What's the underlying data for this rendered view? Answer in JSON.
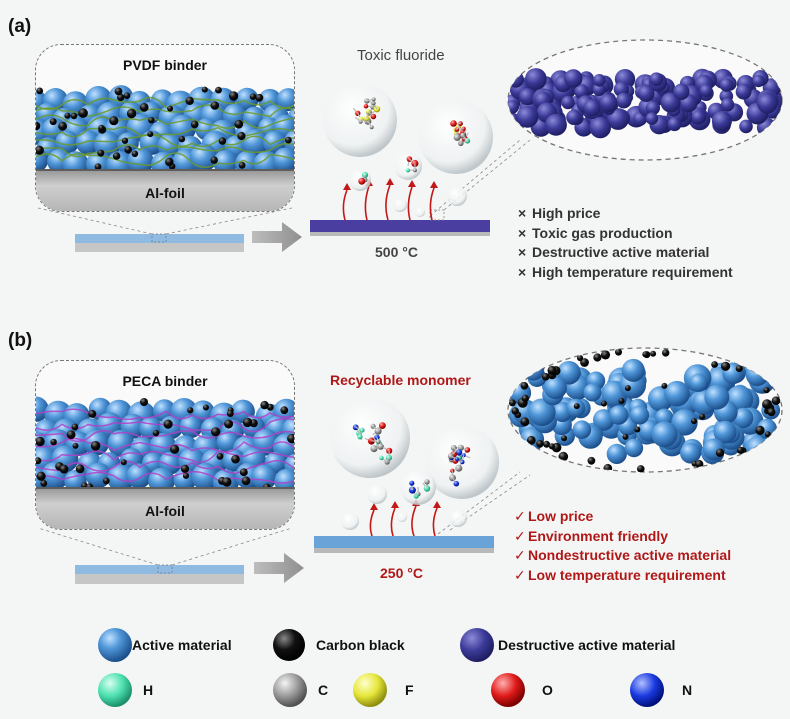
{
  "panel_a": {
    "label": "(a)",
    "binder_title": "PVDF binder",
    "foil_label": "Al-foil",
    "gas_title": "Toxic fluoride",
    "temperature": "500 °C",
    "drawbacks": [
      {
        "mark": "×",
        "text": "High price"
      },
      {
        "mark": "×",
        "text": "Toxic gas production"
      },
      {
        "mark": "×",
        "text": "Destructive active material"
      },
      {
        "mark": "×",
        "text": "High temperature requirement"
      }
    ],
    "colors": {
      "binder": "#6b9a2a",
      "heated_plate": "#4a3fa0",
      "text": "#444444"
    }
  },
  "panel_b": {
    "label": "(b)",
    "binder_title": "PECA binder",
    "foil_label": "Al-foil",
    "gas_title": "Recyclable monomer",
    "temperature": "250 °C",
    "advantages": [
      {
        "mark": "✓",
        "text": "Low price"
      },
      {
        "mark": "✓",
        "text": "Environment friendly"
      },
      {
        "mark": "✓",
        "text": "Nondestructive active material"
      },
      {
        "mark": "✓",
        "text": "Low temperature requirement"
      }
    ],
    "colors": {
      "binder": "#b041c8",
      "heated_plate": "#6aa3d8",
      "text": "#b01818"
    }
  },
  "legend": {
    "materials": [
      {
        "label": "Active material",
        "color": "#4f96d8"
      },
      {
        "label": "Carbon black",
        "color": "#111111"
      },
      {
        "label": "Destructive active material",
        "color": "#3b3a98"
      }
    ],
    "elements": [
      {
        "label": "H",
        "color": "#4de0b0"
      },
      {
        "label": "C",
        "color": "#9a9a9a"
      },
      {
        "label": "F",
        "color": "#e6e63a"
      },
      {
        "label": "O",
        "color": "#e01a1a"
      },
      {
        "label": "N",
        "color": "#1a3ae0"
      }
    ]
  }
}
